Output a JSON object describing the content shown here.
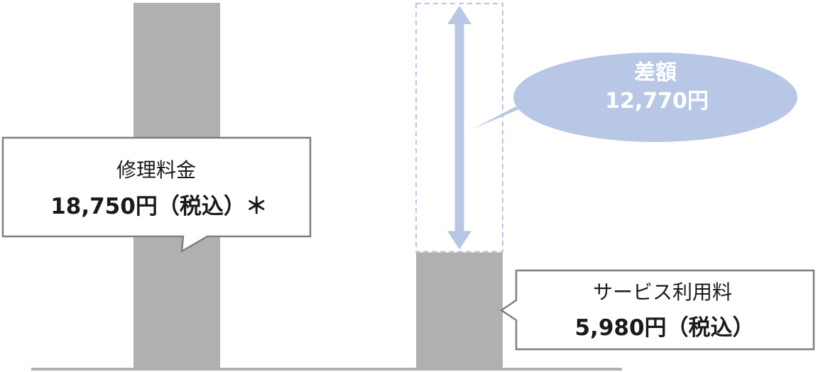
{
  "chart_data": {
    "type": "bar",
    "categories": [
      "修理料金",
      "サービス利用料"
    ],
    "values": [
      18750,
      5980
    ],
    "difference": 12770,
    "ylim": [
      0,
      18750
    ],
    "grid": false,
    "legend": "none",
    "colors": {
      "bar": "#b0b0b0",
      "diff": "#b8c7e6",
      "axis": "#b0b0b0",
      "callout_border": "#7f7f7f"
    }
  },
  "callouts": {
    "repair": {
      "title": "修理料金",
      "amount": "18,750円（税込）＊"
    },
    "service": {
      "title": "サービス利用料",
      "amount": "5,980円（税込）"
    },
    "diff": {
      "title": "差額",
      "amount": "12,770円"
    }
  }
}
